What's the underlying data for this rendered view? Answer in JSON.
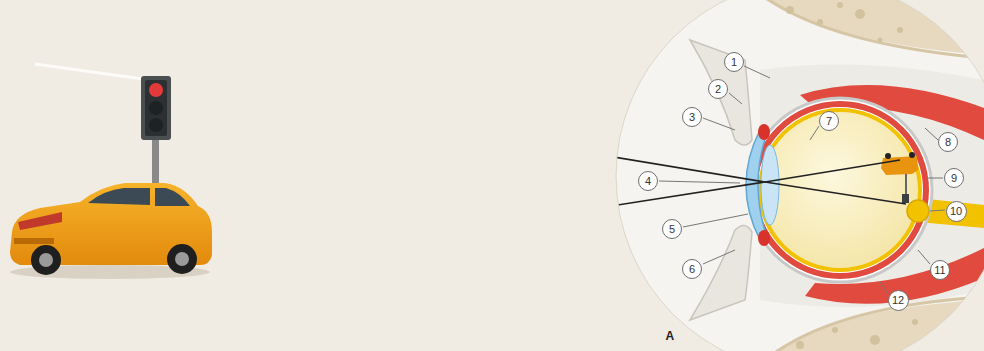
{
  "diagram": {
    "labels": [
      "1",
      "2",
      "3",
      "4",
      "5",
      "6",
      "7",
      "8",
      "9",
      "10",
      "11",
      "12",
      "A"
    ]
  }
}
